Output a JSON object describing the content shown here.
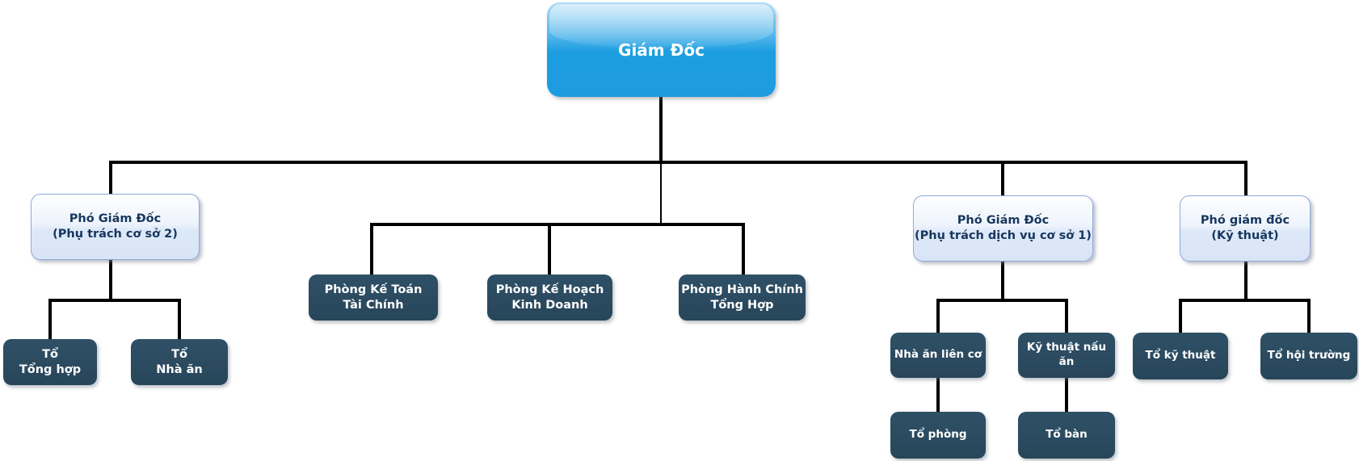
{
  "diagram": {
    "type": "org_chart",
    "language": "vi",
    "colors": {
      "root_fill_top": "#aedcf6",
      "root_fill_bottom": "#1d9be0",
      "root_text": "#ffffff",
      "light_fill": "#d9e4f6",
      "light_border": "#8eaadb",
      "light_text": "#17375e",
      "dark_fill": "#2b4a5f",
      "dark_text": "#ffffff",
      "connector": "#000000"
    },
    "nodes": {
      "giam_doc": {
        "label": "Giám Đốc"
      },
      "pho_co_so_2": {
        "label": "Phó Giám Đốc\n(Phụ trách cơ sở 2)"
      },
      "to_tong_hop": {
        "label": "Tổ\nTổng hợp"
      },
      "to_nha_an": {
        "label": "Tổ\nNhà ăn"
      },
      "phong_ke_toan": {
        "label": "Phòng Kế Toán\nTài Chính"
      },
      "phong_ke_hoach": {
        "label": "Phòng Kế Hoạch\nKinh Doanh"
      },
      "phong_hanh_chinh": {
        "label": "Phòng Hành Chính\nTổng Hợp"
      },
      "pho_dich_vu": {
        "label": "Phó Giám Đốc\n(Phụ trách dịch vụ cơ sở 1)"
      },
      "nha_an_lien_co": {
        "label": "Nhà ăn liên cơ"
      },
      "ky_thuat_nau_an": {
        "label": "Kỹ thuật nấu ăn"
      },
      "to_phong": {
        "label": "Tổ phòng"
      },
      "to_ban": {
        "label": "Tổ bàn"
      },
      "pho_ky_thuat": {
        "label": "Phó giám đốc\n(Kỹ thuật)"
      },
      "to_ky_thuat": {
        "label": "Tổ kỹ thuật"
      },
      "to_hoi_truong": {
        "label": "Tổ hội trường"
      }
    },
    "edges": [
      [
        "giam_doc",
        "pho_co_so_2"
      ],
      [
        "giam_doc",
        "phong_ke_toan"
      ],
      [
        "giam_doc",
        "phong_ke_hoach"
      ],
      [
        "giam_doc",
        "phong_hanh_chinh"
      ],
      [
        "giam_doc",
        "pho_dich_vu"
      ],
      [
        "giam_doc",
        "pho_ky_thuat"
      ],
      [
        "pho_co_so_2",
        "to_tong_hop"
      ],
      [
        "pho_co_so_2",
        "to_nha_an"
      ],
      [
        "pho_dich_vu",
        "nha_an_lien_co"
      ],
      [
        "pho_dich_vu",
        "ky_thuat_nau_an"
      ],
      [
        "nha_an_lien_co",
        "to_phong"
      ],
      [
        "ky_thuat_nau_an",
        "to_ban"
      ],
      [
        "pho_ky_thuat",
        "to_ky_thuat"
      ],
      [
        "pho_ky_thuat",
        "to_hoi_truong"
      ]
    ]
  }
}
